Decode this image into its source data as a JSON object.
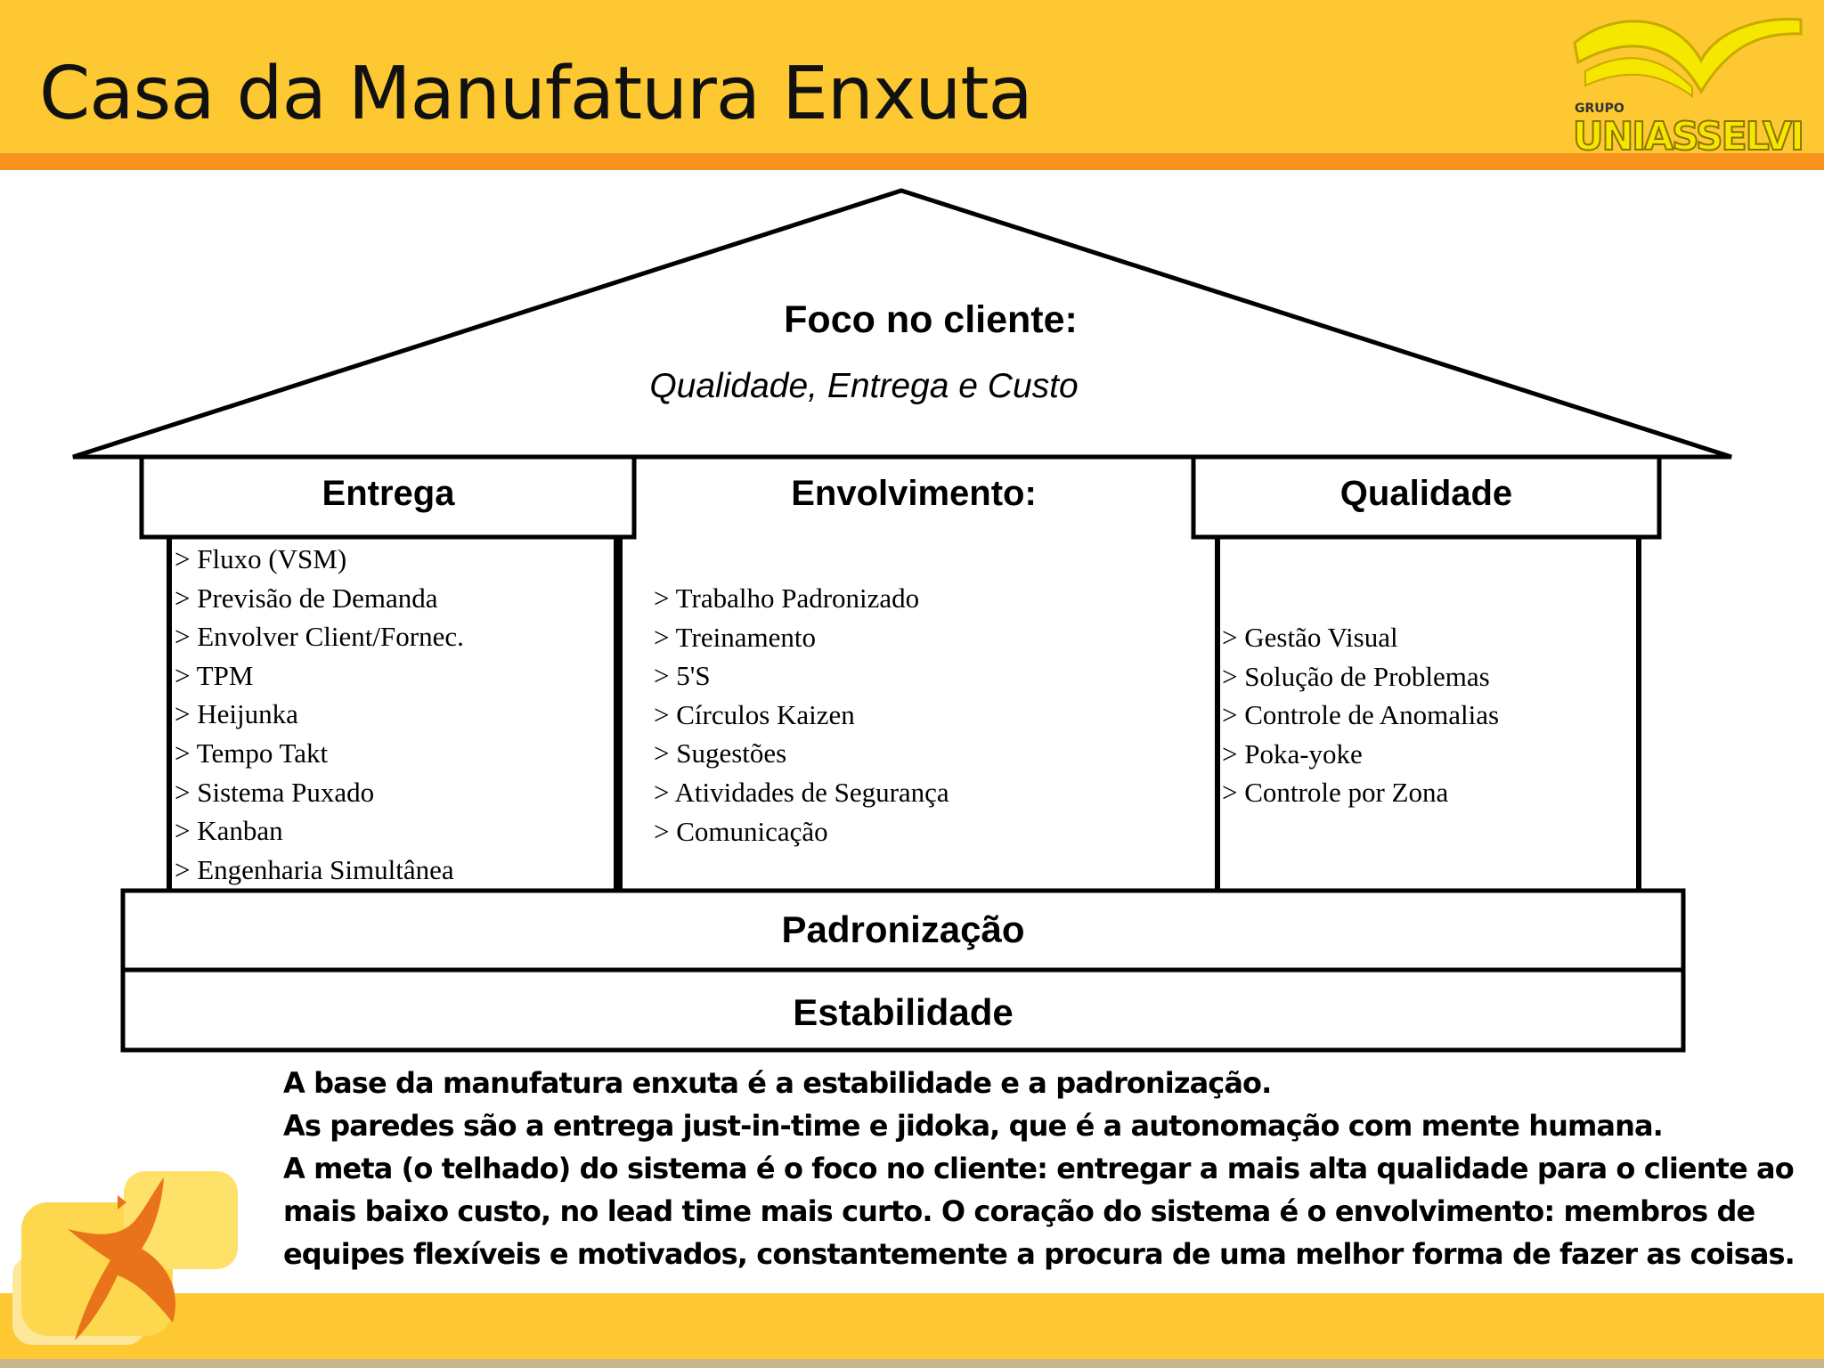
{
  "header": {
    "title": "Casa da Manufatura Enxuta"
  },
  "logo": {
    "small_text": "GRUPO",
    "brand_text": "UNIASSELVI",
    "colors": {
      "yellow": "#f5e700",
      "gold": "#c9a900"
    }
  },
  "roof": {
    "heading": "Foco no cliente:",
    "subheading": "Qualidade, Entrega e Custo"
  },
  "pillars": {
    "entrega": {
      "title": "Entrega",
      "items": [
        "> Fluxo (VSM)",
        "> Previsão de Demanda",
        "> Envolver Client/Fornec.",
        "> TPM",
        "> Heijunka",
        "> Tempo Takt",
        "> Sistema Puxado",
        "> Kanban",
        "> Engenharia Simultânea"
      ]
    },
    "envolvimento": {
      "title": "Envolvimento:",
      "items": [
        "> Trabalho Padronizado",
        "> Treinamento",
        "> 5'S",
        "> Círculos Kaizen",
        "> Sugestões",
        "> Atividades de Segurança",
        "> Comunicação"
      ]
    },
    "qualidade": {
      "title": "Qualidade",
      "items": [
        "> Gestão Visual",
        "> Solução de Problemas",
        "> Controle de Anomalias",
        "> Poka-yoke",
        "> Controle por Zona"
      ]
    }
  },
  "base": {
    "padronizacao": "Padronização",
    "estabilidade": "Estabilidade"
  },
  "description": [
    "A base da manufatura enxuta é a estabilidade e a padronização.",
    "As paredes são a entrega just-in-time e jidoka, que é a autonomação com mente humana.",
    "A meta (o telhado) do sistema é o foco no cliente: entregar a mais alta qualidade para o cliente ao mais baixo custo, no lead time mais curto.  O coração do sistema é o envolvimento: membros de equipes flexíveis e motivados, constantemente a procura de uma melhor forma de fazer as coisas."
  ],
  "colors": {
    "header": "#fdc832",
    "stripe": "#f7941d",
    "footer": "#fdc832",
    "corner_orange": "#e8731a"
  }
}
